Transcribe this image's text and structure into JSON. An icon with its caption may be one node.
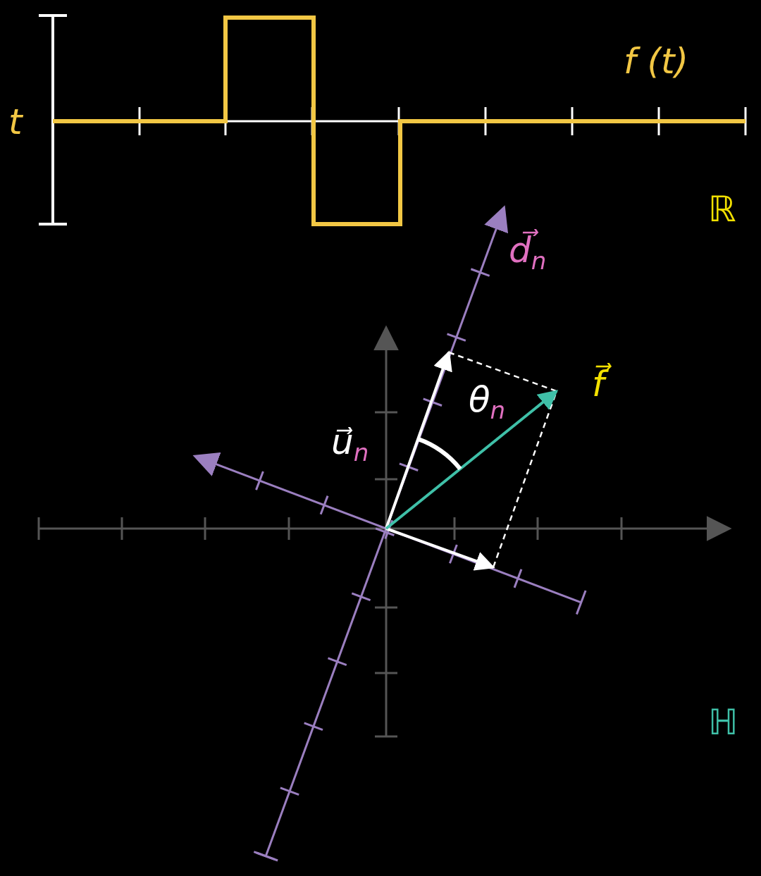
{
  "diagram": {
    "labels": [
      "t",
      "f (t)",
      "ℝ",
      "d⃗$_{n}$",
      "θ$_{n}$",
      "f⃗",
      "u⃗$_{n}$",
      "ℍ"
    ]
  }
}
